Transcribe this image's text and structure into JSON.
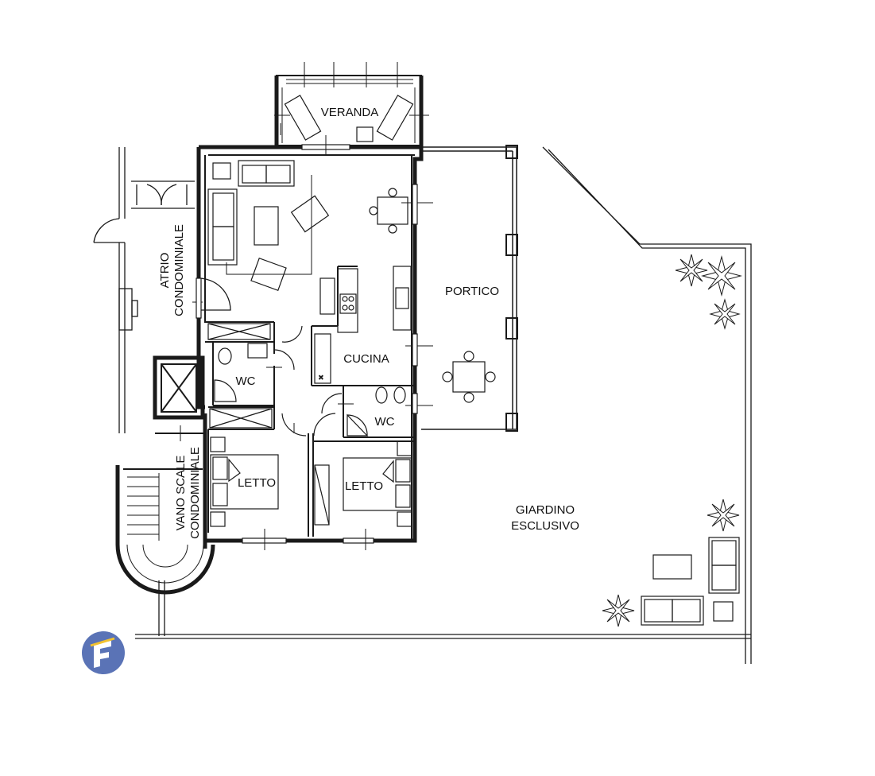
{
  "rooms": {
    "veranda": "VERANDA",
    "portico": "PORTICO",
    "atrio_1": "ATRIO",
    "atrio_2": "CONDOMINIALE",
    "cucina": "CUCINA",
    "wc_1": "WC",
    "wc_2": "WC",
    "letto_1": "LETTO",
    "letto_2": "LETTO",
    "vano_1": "VANO SCALE",
    "vano_2": "CONDOMINIALE",
    "giardino_1": "GIARDINO",
    "giardino_2": "ESCLUSIVO"
  },
  "colors": {
    "wall": "#1a1a1a",
    "fill": "#ffffff",
    "logo": "#5a73b6",
    "logo_accent": "#f2c230"
  },
  "icons": [
    "plant-icon",
    "sofa-icon",
    "armchair-icon",
    "table-icon",
    "bed-icon",
    "stove-icon",
    "sink-icon",
    "toilet-icon",
    "shower-icon",
    "lounger-icon",
    "logo-icon"
  ]
}
